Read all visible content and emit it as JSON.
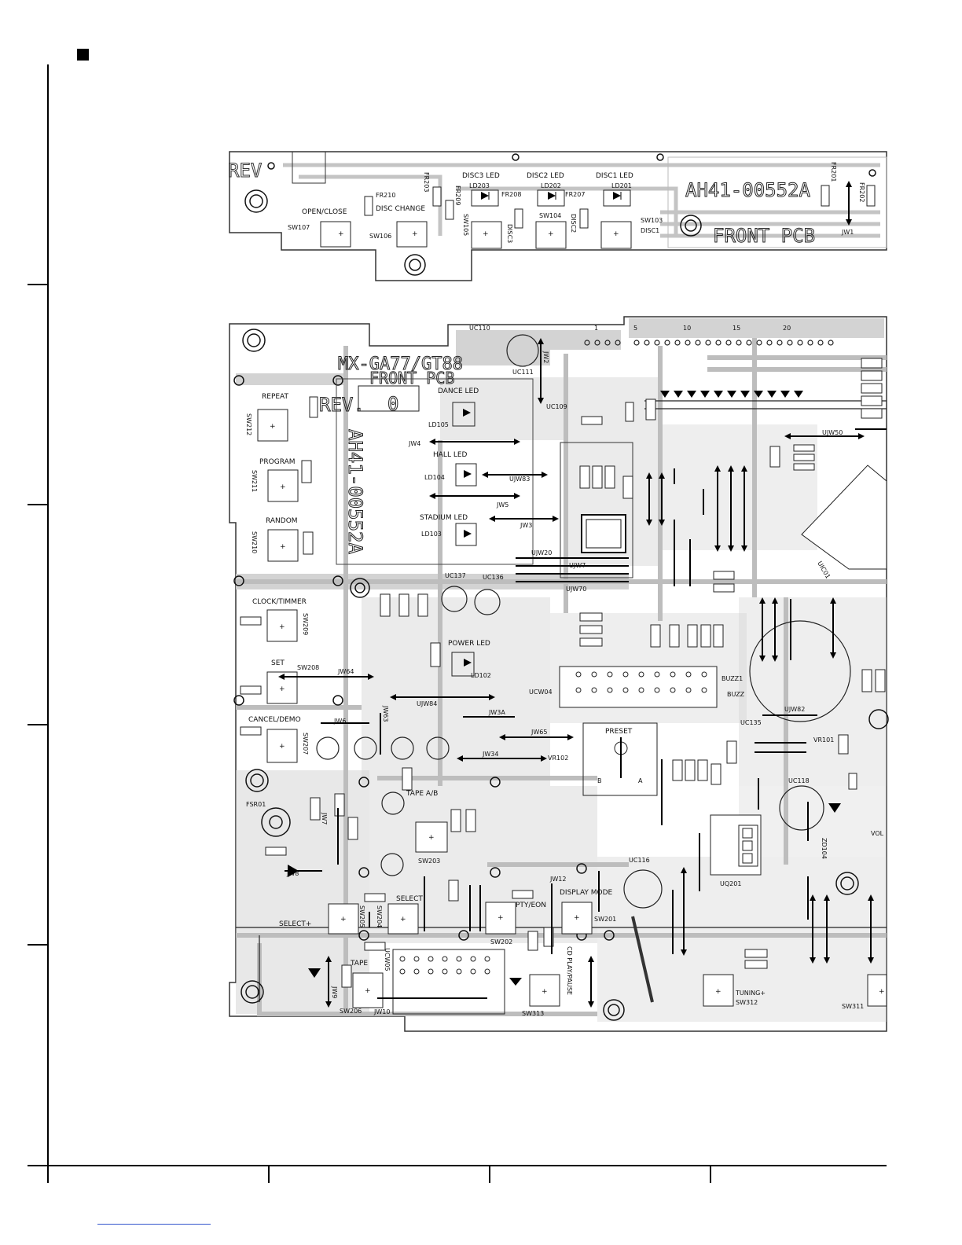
{
  "page": {
    "bullet_marker": "■"
  },
  "upper_board": {
    "rev_label": "REV",
    "part_number": "AH41-00552A",
    "board_name": "FRONT PCB",
    "switches": [
      {
        "ref": "SW107",
        "label": "OPEN/CLOSE"
      },
      {
        "ref": "SW106",
        "label": "DISC CHANGE"
      },
      {
        "ref": "SW105",
        "label": "DISC3"
      },
      {
        "ref": "SW104",
        "label": "DISC2"
      },
      {
        "ref": "SW103",
        "label": "DISC1"
      }
    ],
    "leds": [
      {
        "ref": "LD203",
        "label": "DISC3 LED"
      },
      {
        "ref": "LD202",
        "label": "DISC2 LED"
      },
      {
        "ref": "LD201",
        "label": "DISC1 LED"
      }
    ],
    "resistors": [
      "FR210",
      "FR203",
      "FR209",
      "FR208",
      "FR207",
      "FR201",
      "FR202"
    ],
    "jumper": "JW1"
  },
  "lower_board": {
    "model": "MX-GA77/GT88",
    "board_name": "FRONT PCB",
    "rev_label": "REV.",
    "rev_number": "0",
    "part_number": "AH41-00552A",
    "switches": [
      {
        "ref": "SW212",
        "label": "REPEAT"
      },
      {
        "ref": "SW211",
        "label": "PROGRAM"
      },
      {
        "ref": "SW210",
        "label": "RANDOM"
      },
      {
        "ref": "SW209",
        "label": "CLOCK/TIMMER"
      },
      {
        "ref": "SW208",
        "label": "SET"
      },
      {
        "ref": "SW207",
        "label": "CANCEL/DEMO"
      },
      {
        "ref": "SW203",
        "label": "TAPE A/B"
      },
      {
        "ref": "SW204",
        "label": "SELECT"
      },
      {
        "ref": "SW205",
        "label": "SELECT+"
      },
      {
        "ref": "SW206",
        "label": "TAPE"
      },
      {
        "ref": "SW202",
        "label": "PTY/EON"
      },
      {
        "ref": "SW201",
        "label": "DISPLAY MODE"
      },
      {
        "ref": "SW313",
        "label": "CD PLAY/PAUSE"
      },
      {
        "ref": "SW312",
        "label": "TUNING+"
      },
      {
        "ref": "SW311",
        "label": ""
      }
    ],
    "leds": [
      {
        "ref": "LD105",
        "label": "DANCE LED"
      },
      {
        "ref": "LD104",
        "label": "HALL LED"
      },
      {
        "ref": "LD103",
        "label": "STADIUM LED"
      },
      {
        "ref": "LD102",
        "label": "POWER LED"
      }
    ],
    "connector_pin_numbers": [
      "1",
      "5",
      "10",
      "15",
      "20"
    ],
    "misc_labels": [
      "PRESET",
      "BUZZ1",
      "BUZZ",
      "VOL",
      "UIC01",
      "UCW04",
      "UCW05",
      "UQ201",
      "FSR01",
      "UC110",
      "UC111",
      "UC109",
      "UC137",
      "UC136",
      "UC135",
      "UC118",
      "UC116",
      "VR102",
      "VR101",
      "ZD104"
    ],
    "jumpers": [
      "JW2",
      "JW3",
      "JW4",
      "JW5",
      "JW6",
      "JW7",
      "JW8",
      "JW9",
      "JW10",
      "JW12",
      "JW34",
      "JW63",
      "JW64",
      "JW65",
      "JW3A",
      "UJW7",
      "UJW20",
      "UJW70",
      "UJW83",
      "UJW84",
      "UJW50",
      "UJW82"
    ]
  }
}
